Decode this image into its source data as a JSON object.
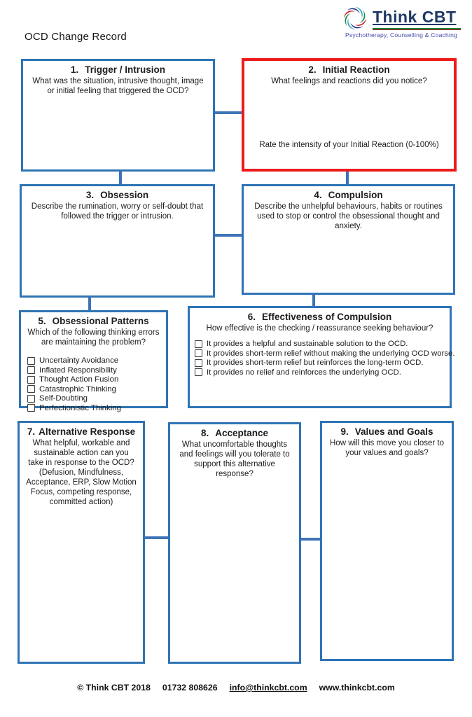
{
  "header": {
    "title": "OCD Change Record",
    "logo": {
      "name": "Think CBT",
      "tagline": "Psychotherapy, Counselling & Coaching"
    }
  },
  "boxes": {
    "trigger": {
      "number": "1.",
      "title": "Trigger / Intrusion",
      "prompt": "What was the situation, intrusive thought, image or initial feeling that triggered the OCD?"
    },
    "initial_reaction": {
      "number": "2.",
      "title": "Initial Reaction",
      "prompt": "What feelings and reactions did you notice?",
      "rate_prompt": "Rate the intensity of your Initial Reaction (0-100%)"
    },
    "obsession": {
      "number": "3.",
      "title": "Obsession",
      "prompt": "Describe the rumination, worry or self-doubt that followed the trigger or intrusion."
    },
    "compulsion": {
      "number": "4.",
      "title": "Compulsion",
      "prompt": "Describe the unhelpful behaviours, habits or routines used to stop or control the obsessional thought and anxiety."
    },
    "obsessional_patterns": {
      "number": "5.",
      "title": "Obsessional Patterns",
      "prompt": "Which of the following thinking errors are maintaining the problem?",
      "options": [
        "Uncertainty Avoidance",
        "Inflated Responsibility",
        "Thought Action Fusion",
        "Catastrophic Thinking",
        "Self-Doubting",
        "Perfectionistic Thinking"
      ]
    },
    "effectiveness": {
      "number": "6.",
      "title": "Effectiveness of Compulsion",
      "prompt": "How effective is the checking / reassurance seeking behaviour?",
      "options": [
        "It provides a helpful and sustainable solution to the OCD.",
        "It provides short-term relief without making the underlying OCD worse.",
        "It provides short-term relief but reinforces the long-term OCD.",
        "It provides no relief and reinforces the underlying OCD."
      ]
    },
    "alternative_response": {
      "number": "7.",
      "title": "Alternative Response",
      "prompt": "What helpful, workable and sustainable action can you take in response to the OCD? (Defusion, Mindfulness, Acceptance, ERP, Slow Motion Focus, competing response, committed action)"
    },
    "acceptance": {
      "number": "8.",
      "title": "Acceptance",
      "prompt": "What uncomfortable thoughts and feelings will you tolerate to support this alternative response?"
    },
    "values_goals": {
      "number": "9.",
      "title": "Values and Goals",
      "prompt": "How will this move you closer to your values and goals?"
    }
  },
  "footer": {
    "copyright": "© Think CBT 2018",
    "phone": "01732 808626",
    "email": "info@thinkcbt.com",
    "website": "www.thinkcbt.com"
  },
  "colors": {
    "box_border_blue": "#2E74B5",
    "box_border_red": "#EC1C1C",
    "connector_blue": "#3E73B8",
    "logo_navy": "#1F3864",
    "logo_tagline_blue": "#4048A8",
    "logo_green": "#00833E",
    "logo_red": "#C4161C"
  }
}
